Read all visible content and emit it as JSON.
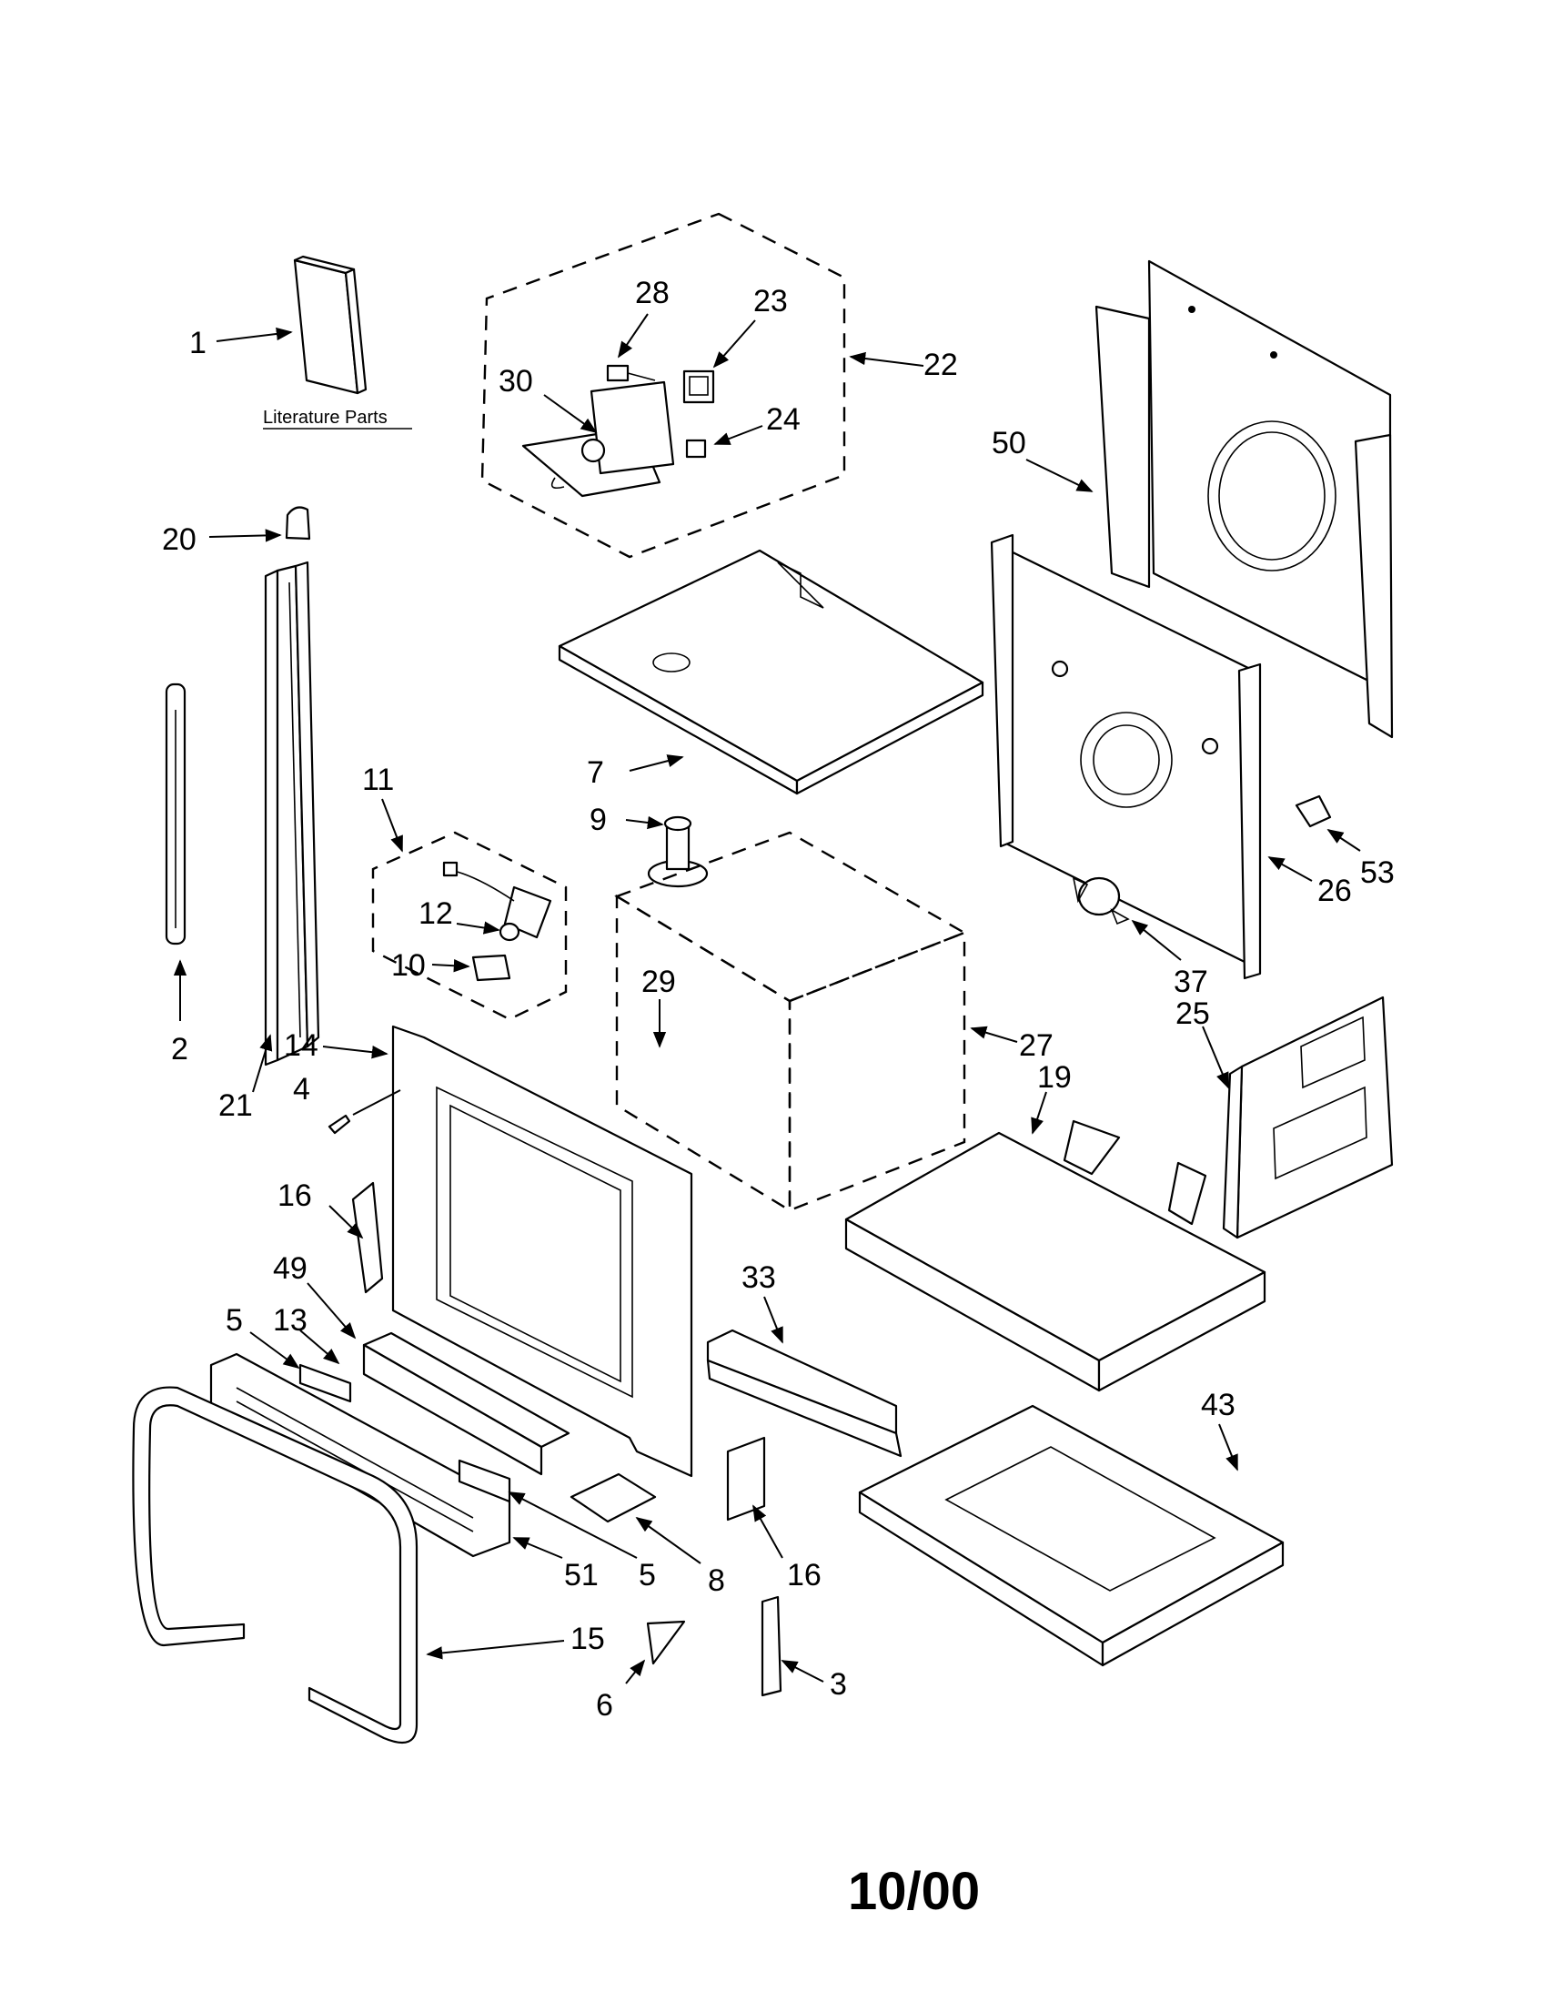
{
  "literature_label": "Literature Parts",
  "date_code": "10/00",
  "callouts": {
    "c1": "1",
    "c20": "20",
    "c2": "2",
    "c21": "21",
    "c28": "28",
    "c23": "23",
    "c22": "22",
    "c30": "30",
    "c24": "24",
    "c50": "50",
    "c7": "7",
    "c9": "9",
    "c11": "11",
    "c12": "12",
    "c10": "10",
    "c29": "29",
    "c27": "27",
    "c26": "26",
    "c53": "53",
    "c37": "37",
    "c25": "25",
    "c14": "14",
    "c4": "4",
    "c19": "19",
    "c16a": "16",
    "c49": "49",
    "c5a": "5",
    "c13": "13",
    "c33": "33",
    "c43": "43",
    "c51": "51",
    "c5b": "5",
    "c8": "8",
    "c16b": "16",
    "c15": "15",
    "c6": "6",
    "c3": "3"
  }
}
